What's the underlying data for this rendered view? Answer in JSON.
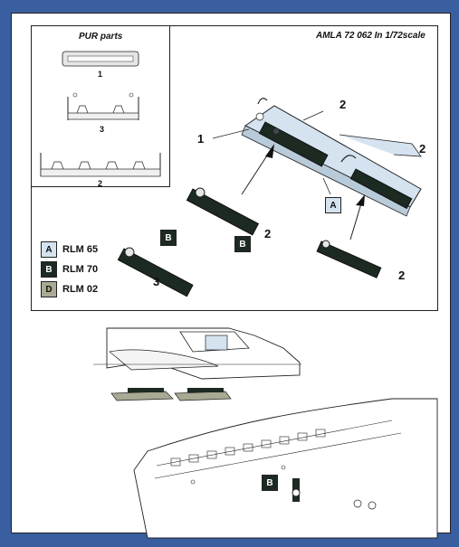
{
  "header": {
    "pur_title": "PUR parts",
    "kit_title": "AMLA 72 062 In 1/72scale"
  },
  "pur_parts": {
    "label_1": "1",
    "label_3": "3",
    "label_2": "2"
  },
  "assembly": {
    "part_1": "1",
    "part_2_top": "2",
    "part_2_right": "2",
    "part_2_mid": "2",
    "part_3": "3",
    "part_2_lower": "2"
  },
  "legend": [
    {
      "code": "A",
      "name": "RLM 65",
      "color": "#d4e3ef",
      "text_color": "#111111"
    },
    {
      "code": "B",
      "name": "RLM 70",
      "color": "#1c2a22",
      "text_color": "#ffffff"
    },
    {
      "code": "D",
      "name": "RLM 02",
      "color": "#a9a994",
      "text_color": "#111111"
    }
  ],
  "callouts": {
    "a_on_rail": "A",
    "b_on_part2": "B",
    "b_on_part3": "B",
    "b_on_fuselage": "B"
  }
}
